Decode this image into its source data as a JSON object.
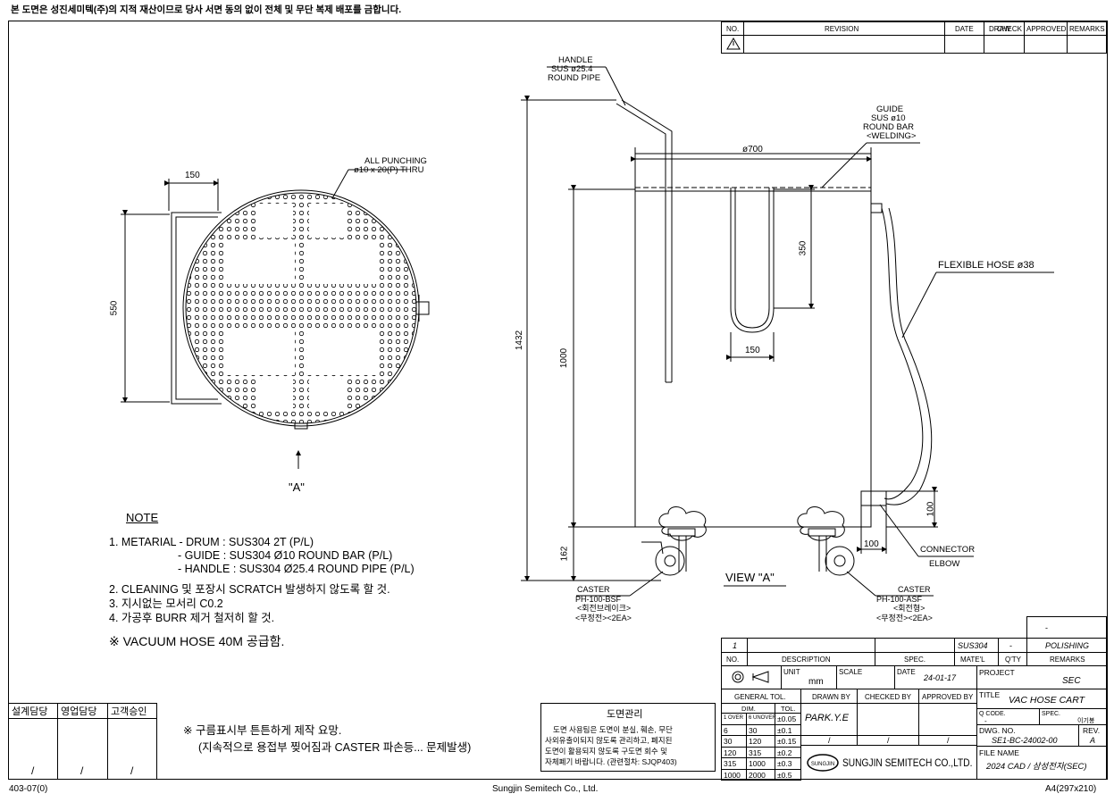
{
  "header": {
    "copyright": "본 도면은 성진세미텍(주)의 지적 재산이므로 당사 서면 동의 없이 전체 및 무단 복제 배포를 금합니다."
  },
  "revision_block": {
    "col_no": "NO.",
    "col_revision": "REVISION",
    "col_date": "DATE",
    "col_drawn": "DRAW",
    "col_check": "CHECK",
    "col_approved": "APPROVED",
    "col_remarks": "REMARKS"
  },
  "plan_view": {
    "dim_width": "150",
    "dim_height": "550",
    "punch_label_1": "ALL  PUNCHING",
    "punch_label_2": "ø10 x 20(P) THRU",
    "view_label": "\"A\""
  },
  "side_view": {
    "handle_1": "HANDLE",
    "handle_2": "SUS ø25.4",
    "handle_3": "ROUND  PIPE",
    "guide_1": "GUIDE",
    "guide_2": "SUS ø10",
    "guide_3": "ROUND BAR",
    "guide_4": "<WELDING>",
    "dim_diameter": "ø700",
    "dim_guide_height": "350",
    "dim_guide_width": "150",
    "dim_total_height": "1432",
    "dim_drum_height": "1000",
    "dim_base": "162",
    "dim_elbow_h": "100",
    "dim_elbow_w": "100",
    "hose_label": "FLEXIBLE  HOSE ø38",
    "connector_1": "CONNECTOR",
    "connector_2": "ELBOW",
    "view_label": "VIEW  \"A\"",
    "caster_left_1": "CASTER",
    "caster_left_2": "PH-100-BSF",
    "caster_left_3": "<회전브레이크>",
    "caster_left_4": "<무정전><2EA>",
    "caster_right_1": "CASTER",
    "caster_right_2": "PH-100-ASF",
    "caster_right_3": "<회전형>",
    "caster_right_4": "<무정전><2EA>"
  },
  "notes": {
    "title": "NOTE",
    "line1": "1. METARIAL - DRUM : SUS304 2T (P/L)",
    "line1b": "- GUIDE : SUS304 Ø10 ROUND BAR (P/L)",
    "line1c": "- HANDLE : SUS304 Ø25.4 ROUND PIPE (P/L)",
    "line2": "2. CLEANING 및 포장시 SCRATCH 발생하지 않도록 할 것.",
    "line3": "3. 지시없는 모서리 C0.2",
    "line4": "4. 가공후 BURR 제거 철저히 할 것.",
    "line5": "※ VACUUM HOSE 40M 공급함."
  },
  "bottom_note": {
    "line1": "※ 구름표시부 튼튼하게 제작 요망.",
    "line2": "(지속적으로 용접부 찢어짐과 CASTER 파손등... 문제발생)"
  },
  "approval_box": {
    "col1": "설계담당",
    "col2": "영업담당",
    "col3": "고객승인",
    "slash": "/"
  },
  "drawing_mgmt": {
    "title": "도면관리",
    "line1": "도면 사용팀은 도면이 분실, 훼손, 무단",
    "line2": "사외유출이되지 않도록 관리하고, 폐지된",
    "line3": "도면이 활용되지 않도록 구도면 회수 및",
    "line4": "자체폐기 바랍니다. (관련절차: SJQP403)"
  },
  "title_block": {
    "top_dash": "-",
    "part_no": "1",
    "part_matl": "SUS304",
    "part_qty": "-",
    "part_remarks": "POLISHING",
    "h_no": "NO.",
    "h_desc": "DESCRIPTION",
    "h_spec": "SPEC.",
    "h_matl": "MATE'L",
    "h_qty": "Q'TY",
    "h_remarks": "REMARKS",
    "unit_label": "UNIT",
    "unit_value": "mm",
    "scale_label": "SCALE",
    "date_label": "DATE",
    "date_value": "24-01-17",
    "project_label": "PROJECT",
    "project_value": "SEC",
    "tol_title": "GENERAL  TOL.",
    "tol_dim": "DIM.",
    "tol_tol": "TOL.",
    "tol_rows": [
      {
        "a": "1 OVER",
        "b": "6 UNOVER",
        "c": "±0.05"
      },
      {
        "a": "6",
        "b": "30",
        "c": "±0.1"
      },
      {
        "a": "30",
        "b": "120",
        "c": "±0.15"
      },
      {
        "a": "120",
        "b": "315",
        "c": "±0.2"
      },
      {
        "a": "315",
        "b": "1000",
        "c": "±0.3"
      },
      {
        "a": "1000",
        "b": "2000",
        "c": "±0.5"
      }
    ],
    "drawn_by": "DRAWN  BY",
    "checked_by": "CHECKED  BY",
    "approved_by": "APPROVED  BY",
    "drawn_name": "PARK.Y.E",
    "slash": "/",
    "title_label": "TITLE",
    "title_value": "VAC HOSE CART",
    "qcode_label": "Q CODE.",
    "qcode_value": "-",
    "spec_label": "SPEC.",
    "spec_value": "이기봉",
    "dwg_label": "DWG.  NO.",
    "dwg_value": "SE1-BC-24002-00",
    "rev_label": "REV.",
    "rev_value": "A",
    "file_label": "FILE  NAME",
    "file_value": "2024 CAD / 삼성전자(SEC)",
    "company": "SUNGJIN SEMITECH CO.,LTD.",
    "logo_text": "SUNGJIN"
  },
  "footer": {
    "form_no": "403-07(0)",
    "company": "Sungjin Semitech Co., Ltd.",
    "paper": "A4(297x210)"
  }
}
